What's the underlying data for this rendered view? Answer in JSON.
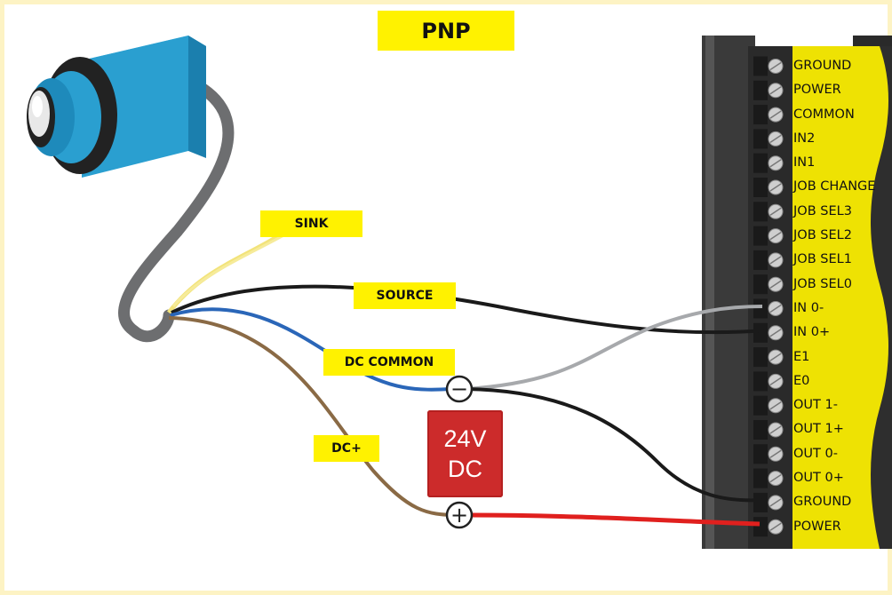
{
  "title": "PNP",
  "wire_labels": {
    "sink": "SINK",
    "source": "SOURCE",
    "dc_common": "DC COMMON",
    "dc_plus": "DC+"
  },
  "supply": {
    "line1": "24V",
    "line2": "DC",
    "minus_symbol": "−",
    "plus_symbol": "+"
  },
  "terminals": [
    "GROUND",
    "POWER",
    "COMMON",
    "IN2",
    "IN1",
    "JOB CHANGE",
    "JOB SEL3",
    "JOB SEL2",
    "JOB SEL1",
    "JOB SEL0",
    "IN 0-",
    "IN 0+",
    "E1",
    "E0",
    "OUT 1-",
    "OUT 1+",
    "OUT 0-",
    "OUT 0+",
    "GROUND",
    "POWER"
  ],
  "colors": {
    "highlight": "#fff200",
    "sensor_body": "#2a9fd0",
    "cable": "#6d6e70",
    "wire_black": "#1a1a1a",
    "wire_blue": "#2a66b8",
    "wire_brown": "#8a6a45",
    "wire_yellow": "#f2e37a",
    "wire_gray": "#a7a9ac",
    "wire_red": "#e0201e",
    "supply": "#cc2b2b",
    "terminal_block": "#3c3c3c"
  }
}
